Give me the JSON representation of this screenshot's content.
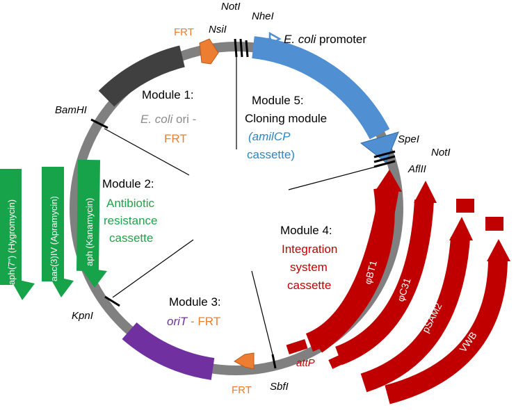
{
  "colors": {
    "backbone": "#808080",
    "ori_block": "#404040",
    "orit_block": "#7030a0",
    "cloning_arrow": "#4f8fd2",
    "integration": "#c00000",
    "resistance": "#17a34a",
    "frt": "#ed7d31",
    "module1_ori": "#8c8c8c",
    "module2_text": "#1fa34a",
    "module3_orit": "#7030a0",
    "module4_text": "#c00000",
    "module5_amil": "#2e86c1",
    "text": "#000000"
  },
  "sites": {
    "noti_top": "NotI",
    "nhei": "NheI",
    "nsii": "NsiI",
    "bamhi": "BamHI",
    "kpni": "KpnI",
    "sbfi": "SbfI",
    "spei": "SpeI",
    "noti_right": "NotI",
    "aflii": "AflII"
  },
  "features": {
    "frt_top": "FRT",
    "frt_bottom": "FRT",
    "ecoli_promoter_italic": "E. coli",
    "ecoli_promoter_rest": " promoter",
    "attp": "attP"
  },
  "modules": {
    "m1": {
      "title": "Module 1:",
      "line2_a": "E. coli",
      "line2_b": " ori -",
      "line3": "FRT"
    },
    "m2": {
      "title": "Module 2:",
      "line2": "Antibiotic",
      "line3": "resistance",
      "line4": "cassette"
    },
    "m3": {
      "title": "Module 3:",
      "orit": "oriT",
      "rest": " - FRT"
    },
    "m4": {
      "title": "Module 4:",
      "line2": "Integration",
      "line3": "system",
      "line4": "cassette"
    },
    "m5": {
      "title": "Module 5:",
      "line2": "Cloning module",
      "line3": "(amilCP",
      "line4": "cassette)"
    }
  },
  "resistance_genes": [
    {
      "label": "aph(7\") (Hygromycin)"
    },
    {
      "label": "aac(3)IV (Apramycin)"
    },
    {
      "label": "aph (Kanamycin)"
    }
  ],
  "integrases": [
    {
      "label": "φBT1"
    },
    {
      "label": "φC31"
    },
    {
      "label": "pSAM2"
    },
    {
      "label": "VWB"
    }
  ]
}
